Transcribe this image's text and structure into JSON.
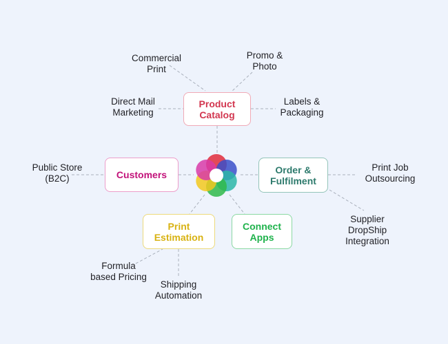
{
  "center": {
    "icon": "flower-logo-icon"
  },
  "boxes": {
    "product_catalog": {
      "label": "Product\nCatalog",
      "color": "#d2364f",
      "border": "#f0a9b5"
    },
    "customers": {
      "label": "Customers",
      "color": "#c2127a",
      "border": "#ec9dca"
    },
    "order_fulfilment": {
      "label": "Order &\nFulfilment",
      "color": "#2d7a6c",
      "border": "#93c4b9"
    },
    "print_estimation": {
      "label": "Print\nEstimation",
      "color": "#d8b212",
      "border": "#ecd97a"
    },
    "connect_apps": {
      "label": "Connect\nApps",
      "color": "#1fb24c",
      "border": "#8ad8a2"
    }
  },
  "labels": {
    "commercial_print": "Commercial\nPrint",
    "promo_photo": "Promo &\nPhoto",
    "direct_mail": "Direct Mail\nMarketing",
    "labels_packaging": "Labels &\nPackaging",
    "public_store": "Public Store\n(B2C)",
    "print_job": "Print Job\nOutsourcing",
    "supplier_dropship": "Supplier\nDropShip\nIntegration",
    "formula_pricing": "Formula\nbased Pricing",
    "shipping_automation": "Shipping\nAutomation"
  },
  "colors": {
    "background": "#eef3fc",
    "connector": "#a9b0bb",
    "petals": [
      "#e02a3b",
      "#3a4fc9",
      "#2bb6a8",
      "#2fb94a",
      "#f2c81f",
      "#d83aa8"
    ]
  }
}
